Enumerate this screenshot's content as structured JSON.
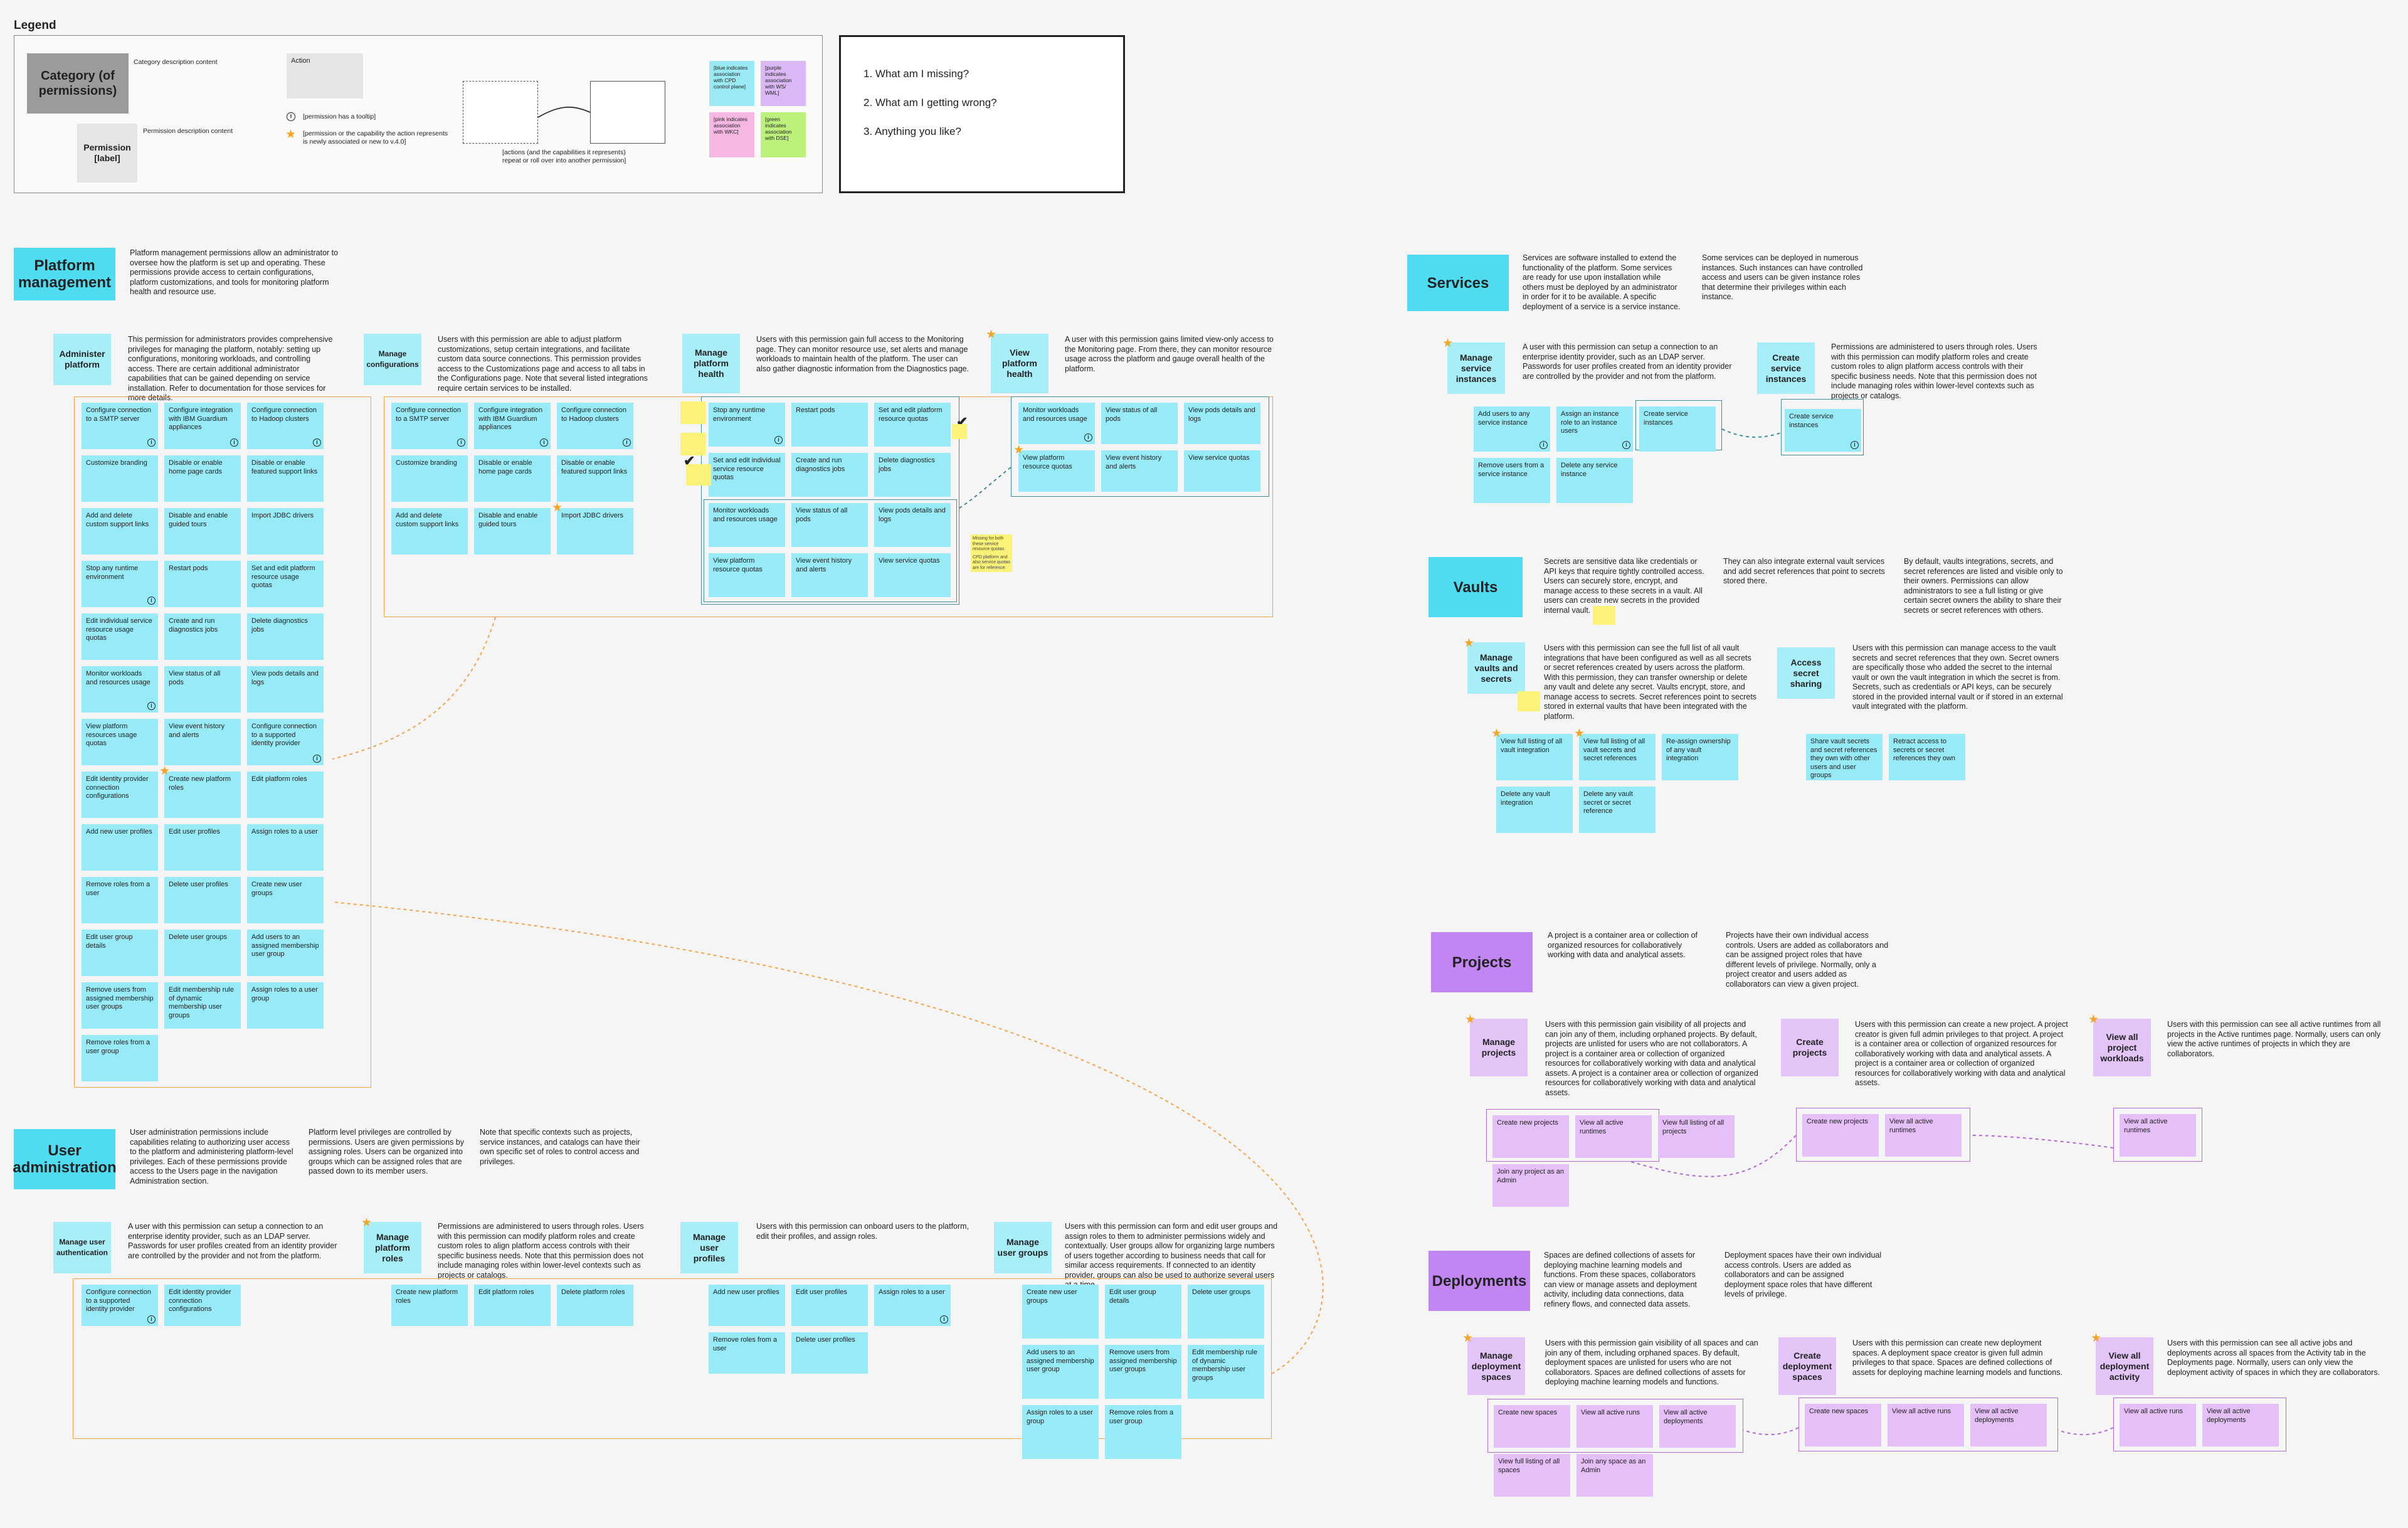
{
  "legend": {
    "title": "Legend",
    "category_label": "Category (of permissions)",
    "category_desc": "Category description content",
    "permission_label": "Permission [label]",
    "permission_desc": "Permission description content",
    "action_label": "Action",
    "tooltip_note": "[permission has a tooltip]",
    "star_note": "[permission or the capability the action represents is newly associated or new to v.4.0]",
    "repeat_note": "[actions (and the capabilities it represents) repeat or roll over into another permission]",
    "swatches": [
      {
        "text": "[blue indicates association with CPD control plane]",
        "color": "#9aeaf6"
      },
      {
        "text": "[purple indicates association with WS/ WML]",
        "color": "#d9b8f5"
      },
      {
        "text": "[pink indicates association with WKC]",
        "color": "#f6b8e3"
      },
      {
        "text": "[green indicates association with DSE]",
        "color": "#bdf17c"
      }
    ]
  },
  "questions": [
    "1. What am I missing?",
    "2. What am I getting wrong?",
    "3. Anything you like?"
  ],
  "platform_management": {
    "title": "Platform management",
    "desc": "Platform management permissions allow an administrator to oversee how the platform is set up and operating. These permissions provide access to certain configurations, platform customizations, and tools for monitoring platform health and resource use.",
    "administer": {
      "label": "Administer platform",
      "desc": "This permission for administrators provides comprehensive privileges for managing the platform, notably: setting up configurations, monitoring workloads, and controlling access. There are certain additional administrator capabilities that can be gained depending on service installation. Refer to documentation for those services for more details.",
      "actions": [
        "Configure connection to a SMTP server",
        "Configure integration with IBM Guardium appliances",
        "Configure connection to Hadoop clusters",
        "Customize branding",
        "Disable or enable home page cards",
        "Disable or enable featured support links",
        "Add and delete custom support links",
        "Disable and enable guided tours",
        "Import JDBC drivers",
        "Stop any runtime environment",
        "Restart pods",
        "Set and edit platform resource usage quotas",
        "Edit individual service resource usage quotas",
        "Create and run diagnostics jobs",
        "Delete diagnostics jobs",
        "Monitor workloads and resources usage",
        "View status of all pods",
        "View pods details and logs",
        "View platform resources usage quotas",
        "View event history and alerts",
        "Configure connection to a supported identity provider",
        "Edit identity provider connection configurations",
        "Create new platform roles",
        "Edit platform roles",
        "Add new user profiles",
        "Edit user profiles",
        "Assign roles to a user",
        "Remove roles from a user",
        "Delete user profiles",
        "Create new user groups",
        "Edit user group details",
        "Delete user groups",
        "Add users to an assigned membership user group",
        "Remove users from assigned membership user groups",
        "Edit membership rule of dynamic membership user groups",
        "Assign roles to a user group",
        "Remove roles from a user group"
      ]
    },
    "configurations": {
      "label": "Manage configurations",
      "desc": "Users with this permission are able to adjust platform customizations, setup certain integrations, and facilitate custom data source connections. This permission provides access to the Customizations page and access to all tabs in the Configurations page. Note that several listed integrations require certain services to be installed.",
      "actions": [
        "Configure connection to a SMTP server",
        "Configure integration with IBM Guardium appliances",
        "Configure connection to Hadoop clusters",
        "Customize branding",
        "Disable or enable home page cards",
        "Disable or enable featured support links",
        "Add and delete custom support links",
        "Disable and enable guided tours",
        "Import JDBC drivers"
      ]
    },
    "health": {
      "label": "Manage platform health",
      "desc": "Users with this permission gain full access to the Monitoring page. They can monitor resource use, set alerts and manage workloads to maintain health of the platform. The user can also gather diagnostic information from the Diagnostics page.",
      "actions": [
        "Stop any runtime environment",
        "Restart pods",
        "Set and edit platform resource quotas",
        "Set and edit individual service resource quotas",
        "Create and run diagnostics jobs",
        "Delete diagnostics jobs",
        "Monitor workloads and resources usage",
        "View status of all pods",
        "View pods details and logs",
        "View platform resource quotas",
        "View event history and alerts",
        "View service quotas"
      ]
    },
    "view_health": {
      "label": "View platform health",
      "desc": "A user with this permission gains limited view-only access to the Monitoring page. From there, they can monitor resource usage across the platform and gauge overall health of the platform.",
      "actions": [
        "Monitor workloads and resources usage",
        "View status of all pods",
        "View pods details and logs",
        "View platform resource quotas",
        "View event history and alerts",
        "View service quotas"
      ]
    }
  },
  "user_administration": {
    "title": "User administration",
    "desc1": "User administration permissions include capabilities relating to authorizing user access to the platform and administering platform-level privileges. Each of these permissions provide access to the Users page in the navigation Administration section.",
    "desc2": "Platform level privileges are controlled by permissions. Users are given permissions by assigning roles. Users can be organized into groups which can be assigned roles that are passed down to its member users.",
    "desc3": "Note that specific contexts such as projects, service instances, and catalogs can have their own specific set of roles to control access and privileges.",
    "auth": {
      "label": "Manage user authentication",
      "desc": "A user with this permission can setup a connection to an enterprise identity provider, such as an LDAP server. Passwords for user profiles created from an identity provider are controlled by the provider and not from the platform.",
      "actions": [
        "Configure connection to a supported identity provider",
        "Edit identity provider connection configurations"
      ]
    },
    "roles": {
      "label": "Manage platform roles",
      "desc": "Permissions are administered to users through roles. Users with this permission can modify platform roles and create custom roles to align platform access controls with their specific business needs. Note that this permission does not include managing roles within lower-level contexts such as projects or catalogs.",
      "actions": [
        "Create new platform roles",
        "Edit platform roles",
        "Delete platform roles"
      ]
    },
    "profiles": {
      "label": "Manage user profiles",
      "desc": "Users with this permission can onboard users to the platform, edit their profiles, and assign roles.",
      "actions": [
        "Add new user profiles",
        "Edit user profiles",
        "Assign roles to a user",
        "Remove roles from a user",
        "Delete user profiles"
      ]
    },
    "groups": {
      "label": "Manage user groups",
      "desc": "Users with this permission can form and edit user groups and assign roles to them to administer permissions widely and contextually. User groups allow for organizing large numbers of users together according to business needs that call for similar access requirements. If connected to an identity provider, groups can also be used to authorize several users at a time.",
      "actions": [
        "Create new user groups",
        "Edit user group details",
        "Delete user groups",
        "Add users to an assigned membership user group",
        "Remove users from assigned membership user groups",
        "Edit membership rule of dynamic membership user groups",
        "Assign roles to a user group",
        "Remove roles from a user group"
      ]
    }
  },
  "services": {
    "title": "Services",
    "desc1": "Services are software installed to extend the functionality of the platform. Some services are ready for use upon installation while others must be deployed by an administrator in order for it to be available. A specific deployment of a service is a service instance.",
    "desc2": "Some services can be deployed in numerous instances. Such instances can have controlled access and users can be given instance roles that determine their privileges within each instance.",
    "manage": {
      "label": "Manage service instances",
      "desc": "A user with this permission can setup a connection to an enterprise identity provider, such as an LDAP server. Passwords for user profiles created from an identity provider are controlled by the provider and not from the platform.",
      "actions": [
        "Add users to any service instance",
        "Assign an instance role to an instance users",
        "Create service instances",
        "Remove users from a service instance",
        "Delete any service instance"
      ]
    },
    "create": {
      "label": "Create service instances",
      "desc": "Permissions are administered to users through roles. Users with this permission can modify platform roles and create custom roles to align platform access controls with their specific business needs. Note that this permission does not include managing roles within lower-level contexts such as projects or catalogs.",
      "actions": [
        "Create service instances"
      ]
    }
  },
  "vaults": {
    "title": "Vaults",
    "desc1": "Secrets are sensitive data like credentials or API keys that require tightly controlled access. Users can securely store, encrypt, and manage access to these secrets in a vault. All users can create new secrets in the provided internal vault.",
    "desc2": "They can also integrate external vault services and add secret references that point to secrets stored there.",
    "desc3": "By default, vaults integrations, secrets, and secret references are listed and visible only to their owners. Permissions can allow administrators to see a full listing or give certain secret owners the ability to share their secrets or secret references with others.",
    "manage": {
      "label": "Manage vaults and secrets",
      "desc": "Users with this permission can see the full list of all vault integrations that have been configured as well as all secrets or secret references created by users across the platform. With this permission, they can transfer ownership or delete any vault and delete any secret. Vaults encrypt, store, and manage access to secrets. Secret references point to secrets stored in external vaults that have been integrated with the platform.",
      "actions": [
        "View full listing of all vault integration",
        "View full listing of all vault secrets and secret references",
        "Re-assign ownership of any vault integration",
        "Delete any vault integration",
        "Delete any vault secret or secret reference"
      ]
    },
    "share": {
      "label": "Access secret sharing",
      "desc": "Users with this permission can manage access to the vault secrets and secret references that they own. Secret owners are specifically those who added the secret to the internal vault or own the vault integration in which the secret is from. Secrets, such as credentials or API keys, can be securely stored in the provided internal vault or if stored in an external vault integrated with the platform.",
      "actions": [
        "Share vault secrets and secret references they own with other users and user groups",
        "Retract access to secrets or secret references they own"
      ]
    }
  },
  "projects": {
    "title": "Projects",
    "desc1": "A project is a container area or collection of organized resources for collaboratively working with data and analytical assets.",
    "desc2": "Projects have their own individual access controls. Users are added as collaborators and can be assigned project roles that have different levels of privilege. Normally, only a project creator and users added as collaborators can view a given project.",
    "manage": {
      "label": "Manage projects",
      "desc": "Users with this permission gain visibility of all projects and can join any of them, including orphaned projects. By default, projects are unlisted for users who are not collaborators. A project is a container area or collection of organized resources for collaboratively working with data and analytical assets. A project is a container area or collection of organized resources for collaboratively working with data and analytical assets.",
      "actions": [
        "Create new projects",
        "View all active runtimes",
        "View full listing of all projects",
        "Join any project as an Admin"
      ]
    },
    "create": {
      "label": "Create projects",
      "desc": "Users with this permission can create a new project. A project creator is given full admin privileges to that project. A project is a container area or collection of organized resources for collaboratively working with data and analytical assets. A project is a container area or collection of organized resources for collaboratively working with data and analytical assets.",
      "actions": [
        "Create new projects",
        "View all active runtimes"
      ]
    },
    "view_runtimes": {
      "label": "View all project workloads",
      "desc": "Users with this permission can see all active runtimes from all projects in the Active runtimes page. Normally, users can only view the active runtimes of projects in which they are collaborators.",
      "actions": [
        "View all active runtimes"
      ]
    }
  },
  "deployments": {
    "title": "Deployments",
    "desc1": "Spaces are defined collections of assets for deploying machine learning models and functions. From these spaces, collaborators can view or manage assets and deployment activity, including data connections, data refinery flows, and connected data assets.",
    "desc2": "Deployment spaces have their own individual access controls. Users are added as collaborators and can be assigned deployment space roles that have different levels of privilege.",
    "manage": {
      "label": "Manage deployment spaces",
      "desc": "Users with this permission gain visibility of all spaces and can join any of them, including orphaned spaces. By default, deployment spaces are unlisted for users who are not collaborators. Spaces are defined collections of assets for deploying machine learning models and functions.",
      "actions": [
        "Create new spaces",
        "View all active runs",
        "View all active deployments",
        "View full listing of all spaces",
        "Join any space as an Admin"
      ]
    },
    "create": {
      "label": "Create deployment spaces",
      "desc": "Users with this permission can create new deployment spaces. A deployment space creator is given full admin privileges to that space. Spaces are defined collections of assets for deploying machine learning models and functions.",
      "actions": [
        "Create new spaces",
        "View all active runs",
        "View all active deployments"
      ]
    },
    "view_activity": {
      "label": "View all deployment activity",
      "desc": "Users with this permission can see all active jobs and deployments across all spaces from the Activity tab in the Deployments page. Normally, users can only view the deployment activity of spaces in which they are collaborators.",
      "actions": [
        "View all active runs",
        "View all active deployments"
      ]
    }
  },
  "sticky_notes": {
    "health_missing": "Missing for both these service resource quotas",
    "health_cpd": "CPD platform and also service quotas are for reference"
  }
}
